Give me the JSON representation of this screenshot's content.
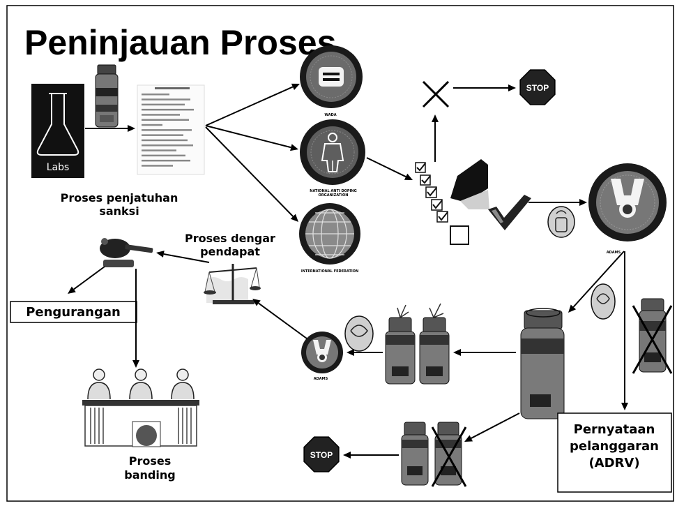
{
  "slide": {
    "title": "Peninjauan Proses"
  },
  "nodes": {
    "labs": {
      "label": "Labs",
      "icon": "flask-icon"
    },
    "sample": {
      "icon": "sample-bottle-icon"
    },
    "report": {
      "icon": "report-document-icon"
    },
    "sanction_process": {
      "lines": [
        "Proses penjatuhan",
        "sanksi"
      ]
    },
    "wada": {
      "caption": "WADA",
      "icon": "wada-logo-icon"
    },
    "nado": {
      "caption": [
        "NATIONAL ANTI DOPING",
        "ORGANIZATION"
      ],
      "icon": "nado-logo-icon"
    },
    "ifed": {
      "caption": "INTERNATIONAL FEDERATION",
      "icon": "globe-logo-icon"
    },
    "checklist": {
      "icon": "checklist-icon"
    },
    "reject": {
      "icon": "x-mark-icon"
    },
    "stop_top": {
      "label": "STOP",
      "icon": "stop-sign-icon"
    },
    "approve": {
      "icon": "checkmark-icon"
    },
    "adams_main": {
      "caption": "ADAMS",
      "icon": "adams-logo-icon"
    },
    "adams_small": {
      "caption": "ADAMS",
      "icon": "adams-logo-icon"
    },
    "hearing": {
      "lines": [
        "Proses dengar",
        "pendapat"
      ],
      "icon": "scales-icon"
    },
    "gavel": {
      "icon": "gavel-icon"
    },
    "reduction": {
      "label": "Pengurangan"
    },
    "appeal": {
      "lines": [
        "Proses",
        "banding"
      ],
      "icon": "judges-panel-icon"
    },
    "adrv": {
      "lines": [
        "Pernyataan",
        "pelanggaran",
        "(ADRV)"
      ]
    },
    "stop_bottom": {
      "label": "STOP",
      "icon": "stop-sign-icon"
    }
  },
  "colors": {
    "ink": "#000000",
    "paper": "#ffffff"
  }
}
